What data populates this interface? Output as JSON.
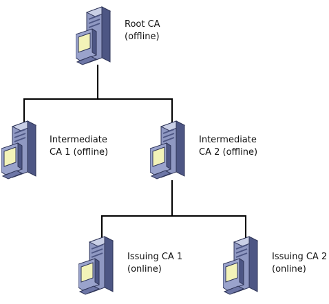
{
  "diagram": {
    "colors": {
      "line": "#000000",
      "server_light": "#c9cfe6",
      "server_mid": "#8f98c2",
      "server_dark": "#4d5684",
      "screen": "#f3f3b8"
    },
    "nodes": {
      "root": {
        "icon": "server-computer-icon",
        "line1": "Root CA",
        "line2": "(offline)"
      },
      "intermediate1": {
        "icon": "server-computer-icon",
        "line1": "Intermediate",
        "line2": "CA 1 (offline)"
      },
      "intermediate2": {
        "icon": "server-computer-icon",
        "line1": "Intermediate",
        "line2": "CA 2 (offline)"
      },
      "issuing1": {
        "icon": "server-computer-icon",
        "line1": "Issuing CA 1",
        "line2": "(online)"
      },
      "issuing2": {
        "icon": "server-computer-icon",
        "line1": "Issuing CA 2",
        "line2": "(online)"
      }
    }
  }
}
